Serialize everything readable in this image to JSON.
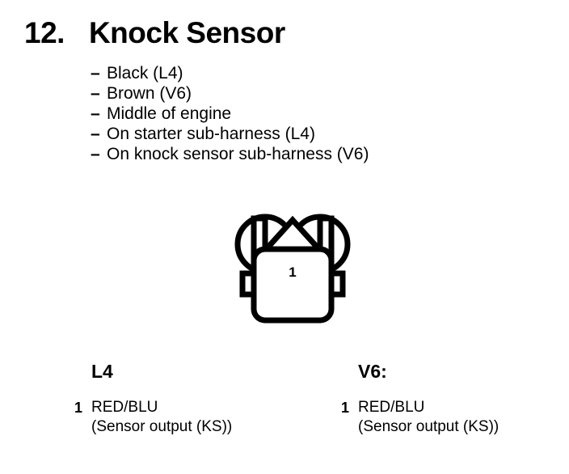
{
  "header": {
    "number": "12.",
    "title": "Knock Sensor"
  },
  "details": {
    "bullet_marker": "–",
    "items": [
      "Black (L4)",
      "Brown (V6)",
      "Middle of engine",
      "On starter sub-harness (L4)",
      "On knock sensor sub-harness (V6)"
    ]
  },
  "connector": {
    "name": "knock-sensor-connector",
    "pin_label": "1",
    "stroke_color": "#000000",
    "fill_color": "#ffffff"
  },
  "pinout": {
    "columns": [
      {
        "heading": "L4",
        "pins": [
          {
            "number": "1",
            "wire": "RED/BLU",
            "function": "(Sensor output (KS))"
          }
        ]
      },
      {
        "heading": "V6:",
        "pins": [
          {
            "number": "1",
            "wire": "RED/BLU",
            "function": "(Sensor output (KS))"
          }
        ]
      }
    ]
  }
}
